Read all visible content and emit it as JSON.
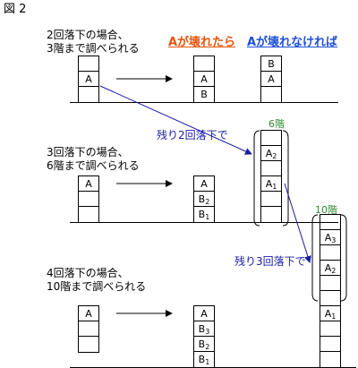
{
  "title": "図 2",
  "header": {
    "if_broken": "Aが壊れたら",
    "if_not_broken": "Aが壊れなければ",
    "if_broken_color": "#e8540c",
    "if_not_broken_color": "#1e4fd8"
  },
  "sections": [
    {
      "line1": "2回落下の場合、",
      "line2": "3階まで調べられる"
    },
    {
      "line1": "3回落下の場合、",
      "line2": "6階まで調べられる"
    },
    {
      "line1": "4回落下の場合、",
      "line2": "10階まで調べられる"
    }
  ],
  "notes": {
    "remaining_two": "残り2回落下で",
    "remaining_three": "残り3回落下で",
    "floor_6": "6階",
    "floor_10": "10階",
    "note_color": "#1a1aa8",
    "floor_color": "#2e8b2e"
  },
  "stacks": {
    "s1_left": [
      {
        "l": "",
        "s": ""
      },
      {
        "l": "A",
        "s": ""
      },
      {
        "l": "",
        "s": ""
      }
    ],
    "s1_mid": [
      {
        "l": "",
        "s": ""
      },
      {
        "l": "A",
        "s": ""
      },
      {
        "l": "B",
        "s": ""
      }
    ],
    "s1_right": [
      {
        "l": "B",
        "s": ""
      },
      {
        "l": "A",
        "s": ""
      },
      {
        "l": "",
        "s": ""
      }
    ],
    "s2_left": [
      {
        "l": "A",
        "s": ""
      },
      {
        "l": "",
        "s": ""
      },
      {
        "l": "",
        "s": ""
      }
    ],
    "s2_mid": [
      {
        "l": "A",
        "s": ""
      },
      {
        "l": "B",
        "s": "2"
      },
      {
        "l": "B",
        "s": "1"
      }
    ],
    "s2_right": [
      {
        "l": "",
        "s": ""
      },
      {
        "l": "A",
        "s": "2"
      },
      {
        "l": "",
        "s": ""
      },
      {
        "l": "A",
        "s": "1"
      },
      {
        "l": "",
        "s": ""
      },
      {
        "l": "",
        "s": ""
      }
    ],
    "s3_left": [
      {
        "l": "A",
        "s": ""
      },
      {
        "l": "",
        "s": ""
      },
      {
        "l": "",
        "s": ""
      }
    ],
    "s3_mid": [
      {
        "l": "A",
        "s": ""
      },
      {
        "l": "B",
        "s": "3"
      },
      {
        "l": "B",
        "s": "2"
      },
      {
        "l": "B",
        "s": "1"
      }
    ],
    "s3_right": [
      {
        "l": "",
        "s": ""
      },
      {
        "l": "A",
        "s": "3"
      },
      {
        "l": "",
        "s": ""
      },
      {
        "l": "A",
        "s": "2"
      },
      {
        "l": "",
        "s": ""
      },
      {
        "l": "",
        "s": ""
      },
      {
        "l": "A",
        "s": "1"
      },
      {
        "l": "",
        "s": ""
      },
      {
        "l": "",
        "s": ""
      },
      {
        "l": "",
        "s": ""
      }
    ]
  }
}
